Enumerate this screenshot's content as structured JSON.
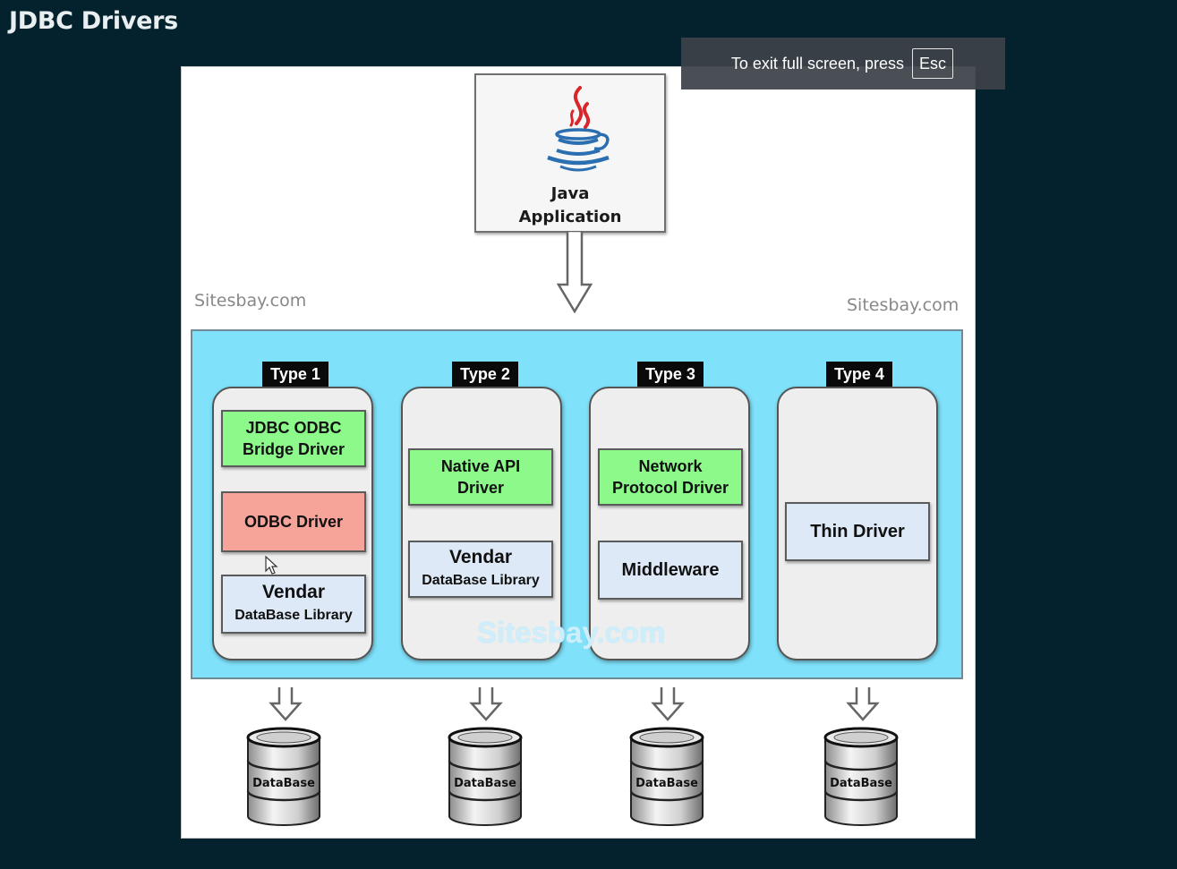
{
  "page": {
    "title": "JDBC Drivers"
  },
  "fullscreen_banner": {
    "message": "To exit full screen, press",
    "key": "Esc"
  },
  "diagram": {
    "java_app": {
      "label": "Java\nApplication",
      "icon": "java-cup-icon"
    },
    "watermarks": {
      "left": "Sitesbay.com",
      "right": "Sitesbay.com",
      "center": "Sitesbay.com"
    },
    "types": [
      {
        "label": "Type 1",
        "boxes": [
          {
            "text": "JDBC ODBC\nBridge Driver",
            "color": "#8cf98a"
          },
          {
            "text": "ODBC Driver",
            "color": "#f6a39a"
          },
          {
            "main": "Vendar",
            "sub": "DataBase Library",
            "color": "#dde9f7"
          }
        ]
      },
      {
        "label": "Type 2",
        "boxes": [
          {
            "text": "Native API\nDriver",
            "color": "#8cf98a"
          },
          {
            "main": "Vendar",
            "sub": "DataBase Library",
            "color": "#dde9f7"
          }
        ]
      },
      {
        "label": "Type 3",
        "boxes": [
          {
            "text": "Network\nProtocol Driver",
            "color": "#8cf98a"
          },
          {
            "text": "Middleware",
            "color": "#dde9f7"
          }
        ]
      },
      {
        "label": "Type 4",
        "boxes": [
          {
            "text": "Thin Driver",
            "color": "#dde9f7"
          }
        ]
      }
    ],
    "databases": [
      "DataBase",
      "DataBase",
      "DataBase",
      "DataBase"
    ]
  },
  "colors": {
    "background": "#04222e",
    "panel": "#7fe1fa",
    "driver_green": "#8cf98a",
    "odbc_pink": "#f6a39a",
    "library_blue": "#dde9f7"
  }
}
